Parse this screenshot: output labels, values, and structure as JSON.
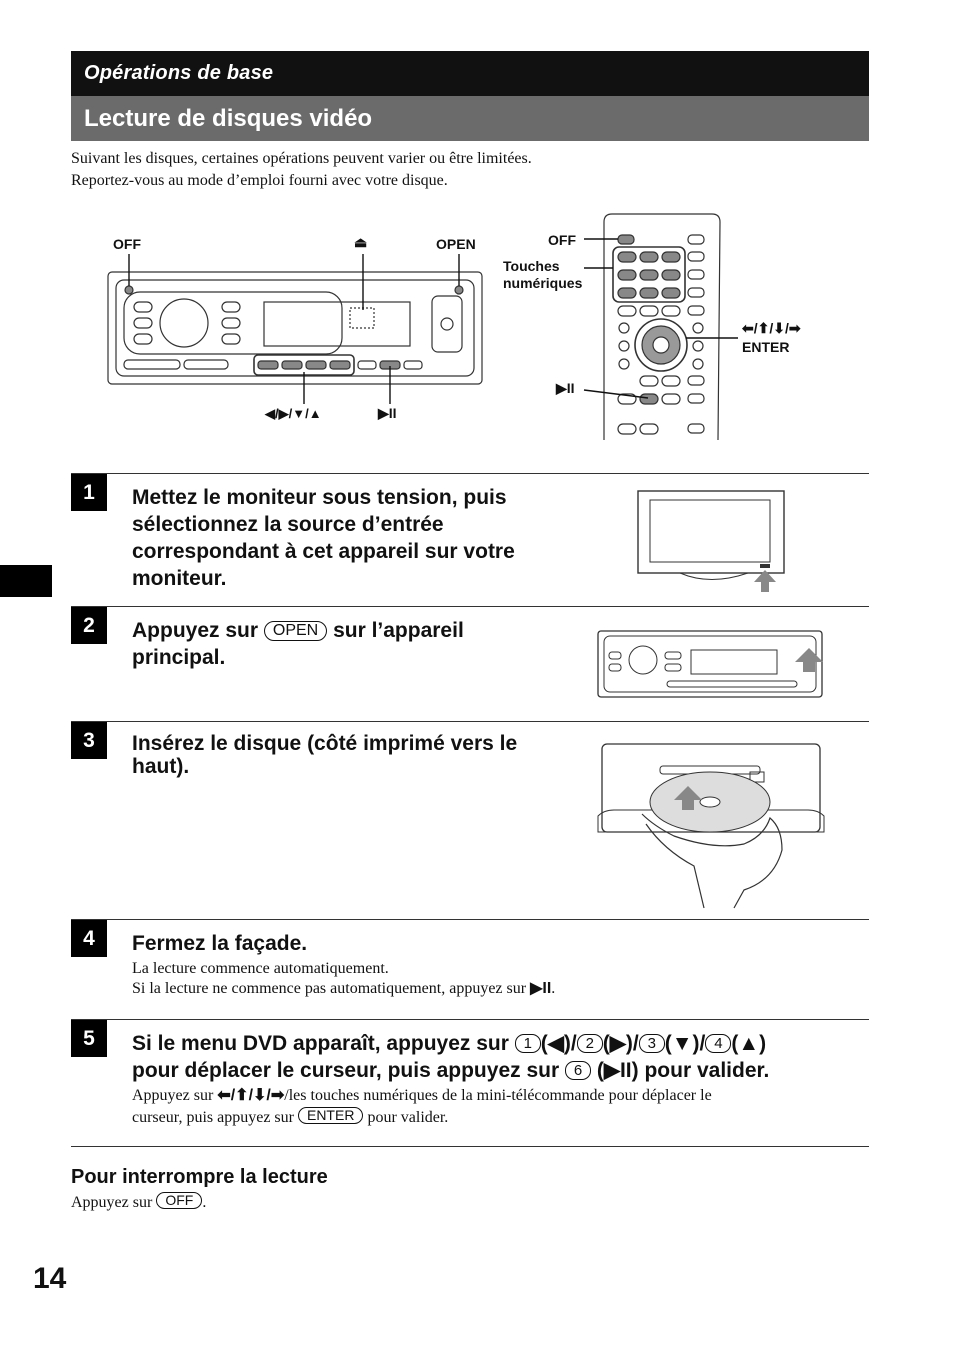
{
  "header": {
    "section": "Opérations de base",
    "title": "Lecture de disques vidéo"
  },
  "intro": {
    "line1": "Suivant les disques, certaines opérations peuvent varier ou être limitées.",
    "line2": "Reportez-vous au mode d’emploi fourni avec votre disque."
  },
  "diagram": {
    "unit_off": "OFF",
    "unit_eject": "⏏",
    "unit_open": "OPEN",
    "unit_arrows": "◀/▶/▼/▲",
    "unit_play": "▶II",
    "remote_off": "OFF",
    "remote_keys_line1": "Touches",
    "remote_keys_line2": "numériques",
    "remote_arrows": "⬅/⬆/⬇/➡",
    "remote_enter": "ENTER",
    "remote_play": "▶II"
  },
  "steps": [
    {
      "number": "1",
      "line1": "Mettez le moniteur sous tension, puis",
      "line2": "sélectionnez la source d’entrée",
      "line3": "correspondant à cet appareil sur votre",
      "line4": "moniteur."
    },
    {
      "number": "2",
      "pre": "Appuyez sur",
      "key": "OPEN",
      "post": "sur l’appareil",
      "line2": "principal."
    },
    {
      "number": "3",
      "line1": "Insérez le disque (côté imprimé vers le",
      "line2": "haut)."
    },
    {
      "number": "4",
      "title": "Fermez la façade.",
      "body1": "La lecture commence automatiquement.",
      "body2_pre": "Si la lecture ne commence pas automatiquement, appuyez sur",
      "body2_sym": "▶II",
      "body2_post": "."
    },
    {
      "number": "5",
      "pre": "Si le menu DVD apparaît, appuyez sur",
      "k1": "1",
      "a1": "(◀)/",
      "k2": "2",
      "a2": "(▶)/",
      "k3": "3",
      "a3": "(▼)/",
      "k4": "4",
      "a4": "(▲)",
      "line2_pre": "pour déplacer le curseur, puis appuyez sur",
      "k6": "6",
      "line2_post": "(▶II) pour valider.",
      "body1_pre": "Appuyez sur",
      "body1_sym": "⬅/⬆/⬇/➡",
      "body1_post": "/les touches numériques de la mini-télécommande pour déplacer le",
      "body2_pre": "curseur, puis appuyez sur",
      "body2_key": "ENTER",
      "body2_post": "pour valider."
    }
  ],
  "stop": {
    "title": "Pour interrompre la lecture",
    "pre": "Appuyez sur",
    "key": "OFF",
    "post": "."
  },
  "page_number": "14"
}
